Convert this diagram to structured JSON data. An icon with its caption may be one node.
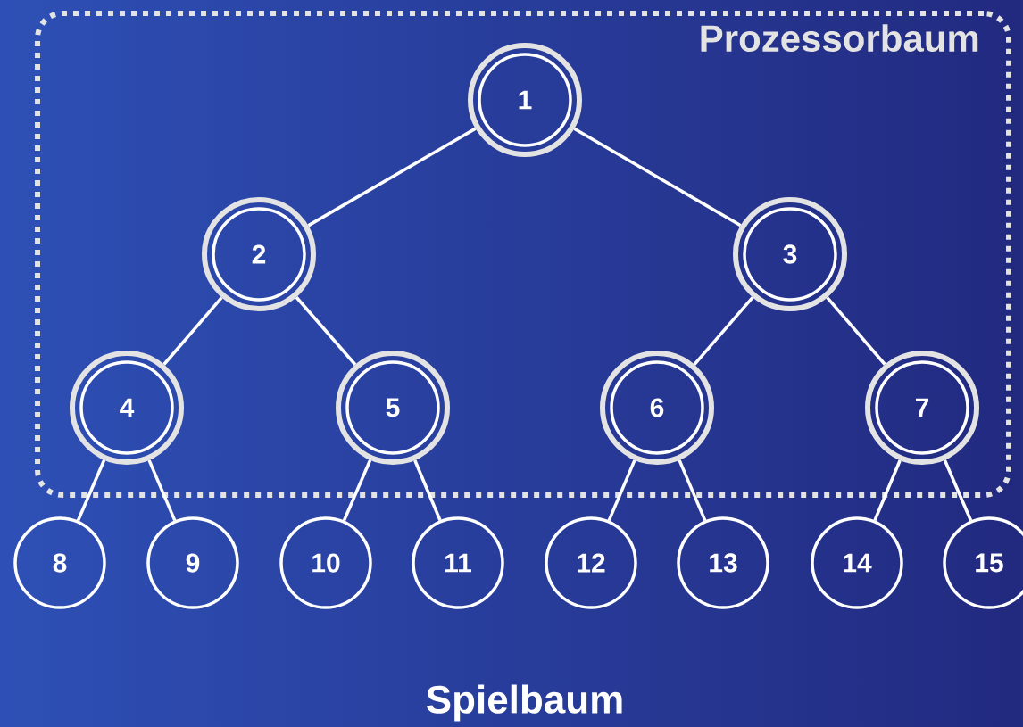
{
  "diagram": {
    "nodes": [
      {
        "text": [
          "Prozessorbaum"
        ]
      },
      {
        "text": [
          "1"
        ],
        "in": 0
      },
      {
        "text": [
          "2"
        ],
        "in": 0
      },
      {
        "text": [
          "3"
        ],
        "in": 0
      },
      {
        "text": [
          "4"
        ],
        "in": 0
      },
      {
        "text": [
          "5"
        ],
        "in": 0
      },
      {
        "text": [
          "6"
        ],
        "in": 0
      },
      {
        "text": [
          "7"
        ],
        "in": 0
      },
      {
        "text": [
          "8"
        ]
      },
      {
        "text": [
          "9"
        ]
      },
      {
        "text": [
          "10"
        ]
      },
      {
        "text": [
          "11"
        ]
      },
      {
        "text": [
          "12"
        ]
      },
      {
        "text": [
          "13"
        ]
      },
      {
        "text": [
          "14"
        ]
      },
      {
        "text": [
          "15"
        ]
      }
    ],
    "edges": [
      {
        "from": 1,
        "to": 2,
        "arrow": "none"
      },
      {
        "from": 1,
        "to": 3,
        "arrow": "none"
      },
      {
        "from": 2,
        "to": 4,
        "arrow": "none"
      },
      {
        "from": 2,
        "to": 5,
        "arrow": "none"
      },
      {
        "from": 3,
        "to": 6,
        "arrow": "none"
      },
      {
        "from": 3,
        "to": 7,
        "arrow": "none"
      },
      {
        "from": 4,
        "to": 8,
        "arrow": "none"
      },
      {
        "from": 4,
        "to": 9,
        "arrow": "none"
      },
      {
        "from": 5,
        "to": 10,
        "arrow": "none"
      },
      {
        "from": 5,
        "to": 11,
        "arrow": "none"
      },
      {
        "from": 6,
        "to": 12,
        "arrow": "none"
      },
      {
        "from": 6,
        "to": 13,
        "arrow": "none"
      },
      {
        "from": 7,
        "to": 14,
        "arrow": "none"
      },
      {
        "from": 7,
        "to": 15,
        "arrow": "none"
      }
    ],
    "labels": [
      "Spielbaum"
    ]
  }
}
